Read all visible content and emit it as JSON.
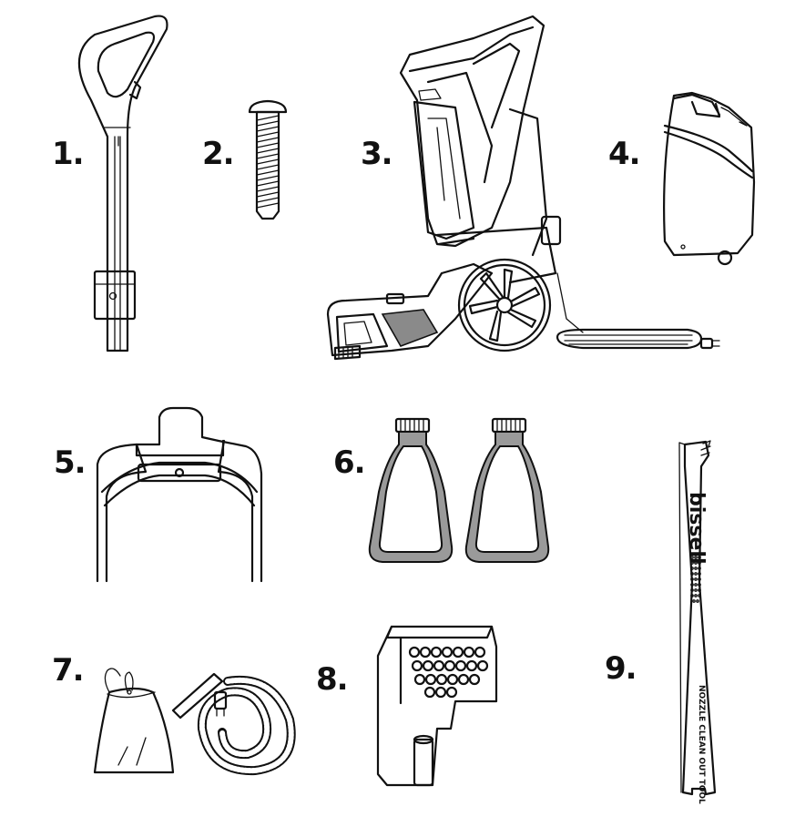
{
  "labels": {
    "l1": "1.",
    "l2": "2.",
    "l3": "3.",
    "l4": "4.",
    "l5": "5.",
    "l6": "6.",
    "l7": "7.",
    "l8": "8.",
    "l9": "9."
  },
  "tool": {
    "brand": "bissell",
    "caption": "NOZZLE CLEAN OUT TOOL"
  },
  "colors": {
    "outline": "#111111",
    "bottle_fill": "#9a9a9a",
    "background": "#ffffff"
  }
}
